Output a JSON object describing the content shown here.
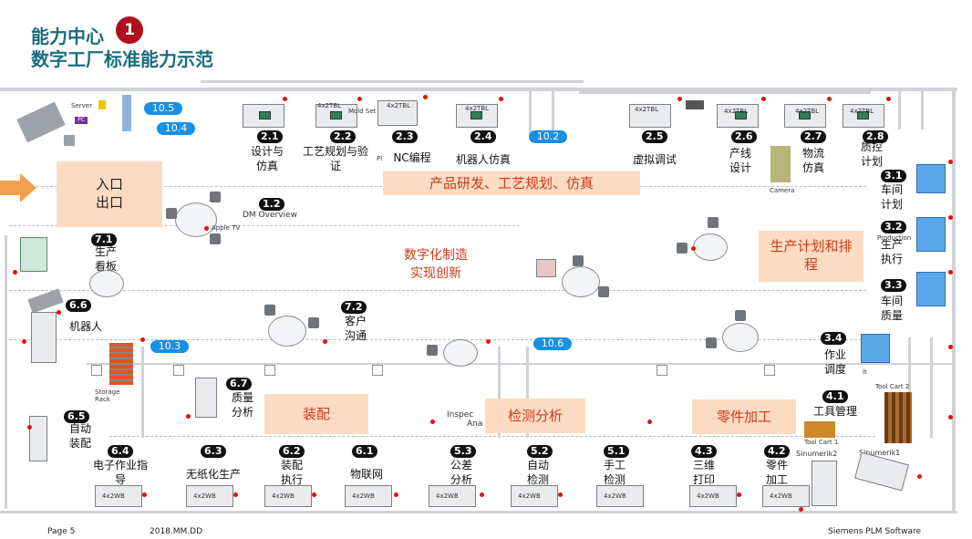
{
  "header": {
    "title_line1": "能力中心",
    "badge": "1",
    "title_line2": "数字工厂标准能力示范"
  },
  "zones": {
    "entry": "入口\n出口",
    "rnd": "产品研发、工艺规划、仿真",
    "center": "数字化制造\n实现创新",
    "planning": "生产计划和排\n程",
    "assembly": "装配",
    "inspection": "检测分析",
    "machining": "零件加工"
  },
  "stations": {
    "s2_1": {
      "num": "2.1",
      "label": "设计与\n仿真"
    },
    "s2_2": {
      "num": "2.2",
      "label": "工艺规划与验\n证"
    },
    "s2_3": {
      "num": "2.3",
      "label": "NC编程"
    },
    "s2_4": {
      "num": "2.4",
      "label": "机器人仿真"
    },
    "s2_5": {
      "num": "2.5",
      "label": "虚拟调试"
    },
    "s2_6": {
      "num": "2.6",
      "label": "产线\n设计"
    },
    "s2_7": {
      "num": "2.7",
      "label": "物流\n仿真"
    },
    "s2_8": {
      "num": "2.8",
      "label": "质控\n计划"
    },
    "s3_1": {
      "num": "3.1",
      "label": "车间\n计划"
    },
    "s3_2": {
      "num": "3.2",
      "label": "生产\n执行"
    },
    "s3_3": {
      "num": "3.3",
      "label": "车间\n质量"
    },
    "s3_4": {
      "num": "3.4",
      "label": "作业\n调度"
    },
    "s4_1": {
      "num": "4.1",
      "label": "工具管理"
    },
    "s4_2": {
      "num": "4.2",
      "label": "零件\n加工"
    },
    "s4_3": {
      "num": "4.3",
      "label": "三维\n打印"
    },
    "s5_1": {
      "num": "5.1",
      "label": "手工\n检测"
    },
    "s5_2": {
      "num": "5.2",
      "label": "自动\n检测"
    },
    "s5_3": {
      "num": "5.3",
      "label": "公差\n分析"
    },
    "s6_1": {
      "num": "6.1",
      "label": "物联网"
    },
    "s6_2": {
      "num": "6.2",
      "label": "装配\n执行"
    },
    "s6_3": {
      "num": "6.3",
      "label": "无纸化生产"
    },
    "s6_4": {
      "num": "6.4",
      "label": "电子作业指\n导"
    },
    "s6_5": {
      "num": "6.5",
      "label": "自动\n装配"
    },
    "s6_6": {
      "num": "6.6",
      "label": "机器人"
    },
    "s6_7": {
      "num": "6.7",
      "label": "质量\n分析"
    },
    "s7_1": {
      "num": "7.1",
      "label": "生产\n看板"
    },
    "s7_2": {
      "num": "7.2",
      "label": "客户\n沟通"
    },
    "s1_2": {
      "num": "1.2",
      "label": "DM Overview"
    }
  },
  "blue_tags": [
    "10.5",
    "10.4",
    "10.2",
    "10.3",
    "10.6"
  ],
  "small_text": {
    "desk_tag": "4x2TBL",
    "desk_tag_bottom": "4x2WB",
    "mold_set": "Mold Set",
    "server": "Server",
    "pc": "PC",
    "apple_tv": "Apple TV",
    "camera": "Camera",
    "production": "Production",
    "storage_rack": "Storage\nRack",
    "tool_cart1": "Tool Cart 1",
    "tool_cart2": "Tool Cart 2",
    "sinumerik1": "Sinumerik1",
    "sinumerik2": "Sinumerik2",
    "insp_a": "Inspec",
    "insp_b": "Ana",
    "pl": "Pl",
    "it": "it"
  },
  "footer": {
    "page": "Page 5",
    "date": "2018.MM.DD",
    "company": "Siemens PLM Software"
  },
  "colors": {
    "title": "#1a6d7e",
    "badge": "#b0101d",
    "zone_fill": "#fbdcc3",
    "zone_text": "#d23a1a",
    "blue_tag": "#1a8fe3",
    "arrow": "#f0a050"
  }
}
